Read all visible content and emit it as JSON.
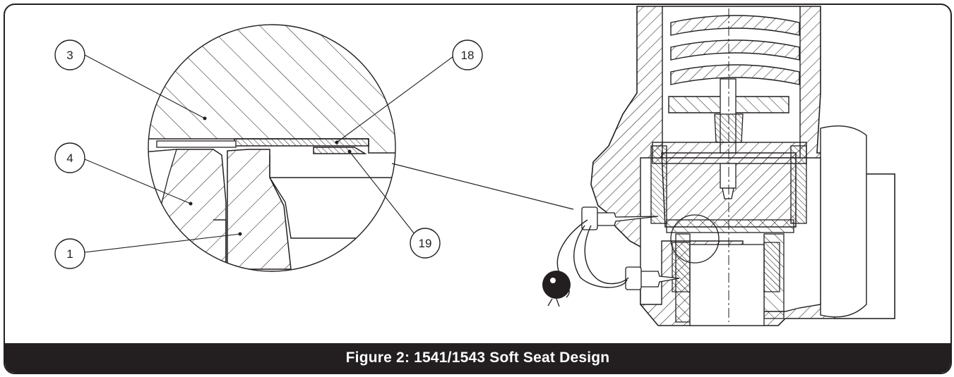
{
  "caption": "Figure 2: 1541/1543 Soft Seat Design",
  "colors": {
    "ink": "#231f20",
    "background": "#ffffff",
    "caption_text": "#ffffff"
  },
  "callouts": [
    {
      "id": "3",
      "label": "3"
    },
    {
      "id": "18",
      "label": "18"
    },
    {
      "id": "4",
      "label": "4"
    },
    {
      "id": "1",
      "label": "1"
    },
    {
      "id": "19",
      "label": "19"
    }
  ]
}
